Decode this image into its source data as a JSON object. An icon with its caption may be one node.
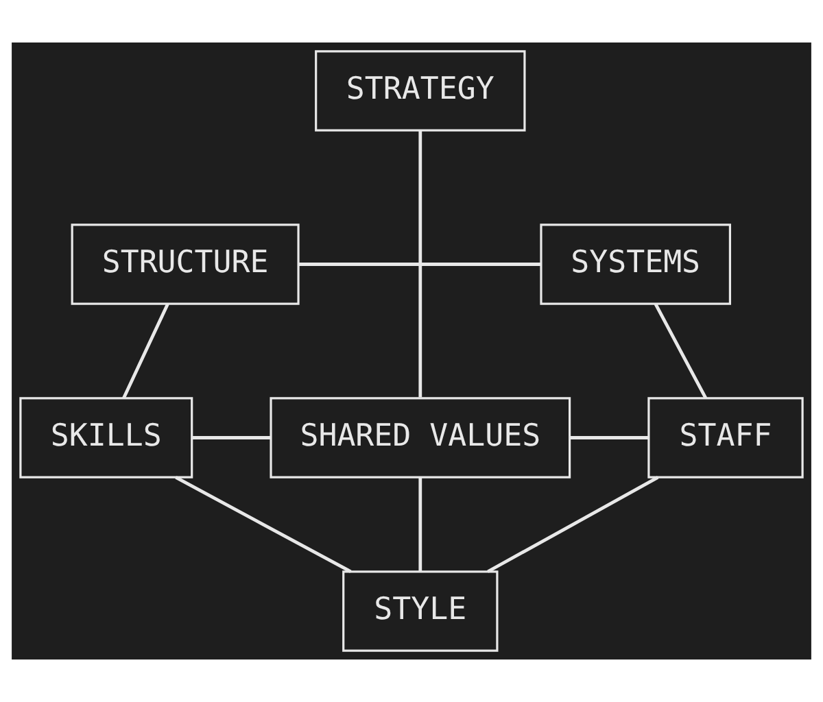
{
  "diagram": {
    "nodes": [
      {
        "text": [
          "STRATEGY"
        ]
      },
      {
        "text": [
          "STRUCTURE"
        ]
      },
      {
        "text": [
          "SYSTEMS"
        ]
      },
      {
        "text": [
          "SKILLS"
        ]
      },
      {
        "text": [
          "SHARED VALUES"
        ]
      },
      {
        "text": [
          "STAFF"
        ]
      },
      {
        "text": [
          "STYLE"
        ]
      }
    ],
    "edges": [
      {
        "from": 0,
        "to": 4,
        "arrow": "none"
      },
      {
        "from": 1,
        "to": 2,
        "arrow": "none"
      },
      {
        "from": 1,
        "to": 3,
        "arrow": "none"
      },
      {
        "from": 2,
        "to": 5,
        "arrow": "none"
      },
      {
        "from": 3,
        "to": 4,
        "arrow": "none"
      },
      {
        "from": 4,
        "to": 5,
        "arrow": "none"
      },
      {
        "from": 3,
        "to": 6,
        "arrow": "none"
      },
      {
        "from": 4,
        "to": 6,
        "arrow": "none"
      },
      {
        "from": 5,
        "to": 6,
        "arrow": "none"
      }
    ]
  }
}
